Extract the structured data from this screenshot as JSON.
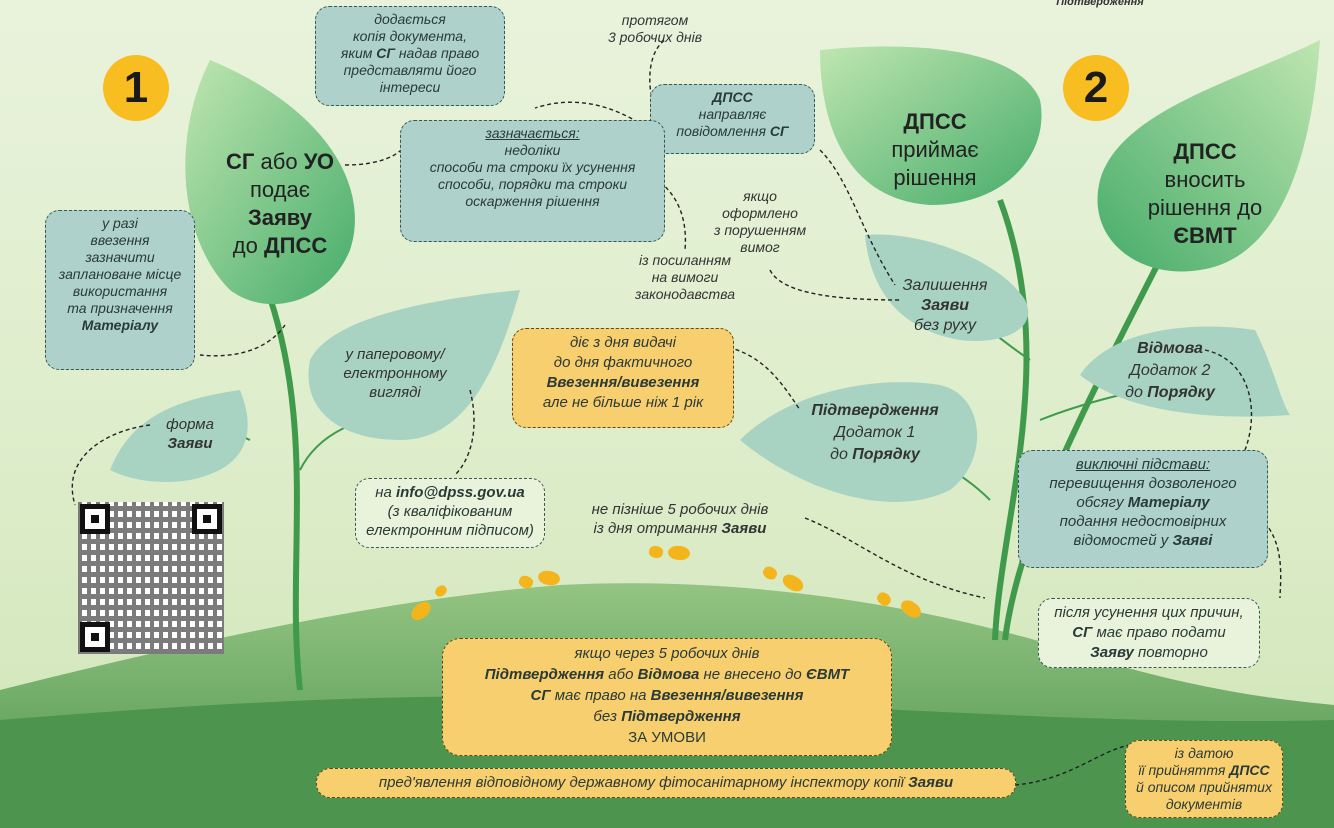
{
  "header_fragment": "Підтвердження",
  "steps": [
    "1",
    "2"
  ],
  "leaf1": {
    "sg": "СГ",
    "or": " або ",
    "uo": "УО",
    "l2": "подає",
    "l3": "Заяву",
    "l4pre": "до ",
    "l4": "ДПСС"
  },
  "leaf2": {
    "l1": "ДПСС",
    "l2": "приймає",
    "l3": "рішення"
  },
  "leaf3": {
    "l1": "ДПСС",
    "l2": "вносить",
    "l3": "рішення до",
    "l4": "ЄВМТ"
  },
  "copy_note": {
    "l1": "додається",
    "l2": "копія документа,",
    "l3pre": "яким ",
    "l3b": "СГ",
    "l3post": " надав право",
    "l4": "представляти його",
    "l5": "інтереси"
  },
  "import_note": {
    "l1": "у разі",
    "l2": "ввезення",
    "l3": "зазначити",
    "l4": "заплановане місце",
    "l5": "використання",
    "l6": "та призначення",
    "l7": "Матеріалу"
  },
  "form_leaf": {
    "l1": "форма",
    "l2": "Заяви"
  },
  "paper_leaf": {
    "l1": "у паперовому/",
    "l2": "електронному",
    "l3": "вигляді"
  },
  "email_note": {
    "l1pre": "на ",
    "l1b": "info@dpss.gov.ua",
    "l2": "(з кваліфікованим",
    "l3": "електронним підписом)"
  },
  "within3": {
    "l1": "протягом",
    "l2": "3 робочих днів"
  },
  "dpss_notice": {
    "l1": "ДПСС",
    "l2": "направляє",
    "l3pre": "повідомлення ",
    "l3b": "СГ"
  },
  "specified": {
    "title": "зазначається:",
    "i1": "недоліки",
    "i2": "способи та строки їх усунення",
    "i3": "способи, порядки та строки",
    "i4": "оскарження рішення"
  },
  "law_ref": {
    "l1": "із посиланням",
    "l2": "на вимоги",
    "l3": "законодавства"
  },
  "violation": {
    "l1": "якщо",
    "l2": "оформлено",
    "l3": "з порушенням",
    "l4": "вимог"
  },
  "no_move": {
    "l1": "Залишення",
    "l2": "Заяви",
    "l3": "без руху"
  },
  "valid_note": {
    "l1": "діє з дня видачі",
    "l2": "до дня фактичного",
    "l3": "Ввезення/вивезення",
    "l4": "але не більше ніж 1 рік"
  },
  "confirm_leaf": {
    "l1": "Підтвердження",
    "l2": "Додаток 1",
    "l3pre": "до ",
    "l3": "Порядку"
  },
  "refusal_leaf": {
    "l1": "Відмова",
    "l2": "Додаток 2",
    "l3pre": "до ",
    "l3": "Порядку"
  },
  "exceptional": {
    "title": "виключні підстави:",
    "i1": "перевищення дозволеного",
    "i2pre": "обсягу ",
    "i2b": "Матеріалу",
    "i3": "подання недостовірних",
    "i4pre": "відомостей у ",
    "i4b": "Заяві"
  },
  "resubmit": {
    "l1": "після усунення цих причин,",
    "l2b": "СГ",
    "l2": " має право подати",
    "l3b": "Заяву",
    "l3": " повторно"
  },
  "deadline5": {
    "l1": "не пізніше 5 робочих днів",
    "l2pre": "із дня отримання ",
    "l2b": "Заяви"
  },
  "bottom": {
    "l1": "якщо через 5 робочих днів",
    "l2b1": "Підтвердження",
    "l2m": " або ",
    "l2b2": "Відмова",
    "l2e": " не внесено до ",
    "l2b3": "ЄВМТ",
    "l3b1": "СГ",
    "l3m": " має право на ",
    "l3b2": "Ввезення/вивезення",
    "l4pre": "без ",
    "l4b": "Підтвердження",
    "cond": "ЗА УМОВИ",
    "l5": "пред'явлення відповідному державному фітосанітарному інспектору копії ",
    "l5b": "Заяви"
  },
  "date_note": {
    "l1": "із датою",
    "l2pre": "її прийняття ",
    "l2b": "ДПСС",
    "l3": "й описом прийнятих",
    "l4": "документів"
  },
  "colors": {
    "leaf_dark": "#4cae6a",
    "leaf_pale": "#a8d3c3",
    "cloud": "#aed1cc",
    "yellow": "#f7bd21",
    "hill": "#5fa25a"
  }
}
